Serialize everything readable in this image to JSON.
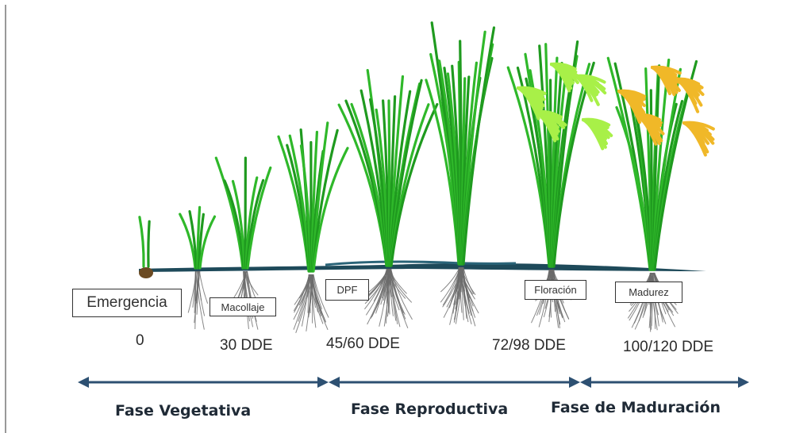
{
  "stages": {
    "emergencia": "Emergencia",
    "macollaje": "Macollaje",
    "dpf": "DPF",
    "floracion": "Floración",
    "madurez": "Madurez"
  },
  "days": {
    "d0": "0",
    "d30": "30 DDE",
    "d45_60": "45/60 DDE",
    "d72_98": "72/98 DDE",
    "d100_120": "100/120 DDE"
  },
  "phases": {
    "vegetativa": "Fase Vegetativa",
    "reproductiva": "Fase Reproductiva",
    "maduracion": "Fase de Maduración"
  },
  "colors": {
    "leaf": "#2fb82a",
    "leaf_dark": "#1f9a1f",
    "flower": "#a8f048",
    "grain": "#f0b828",
    "water": "#1e4a5a",
    "root": "#6a6a6a",
    "arrow": "#2d5072"
  }
}
